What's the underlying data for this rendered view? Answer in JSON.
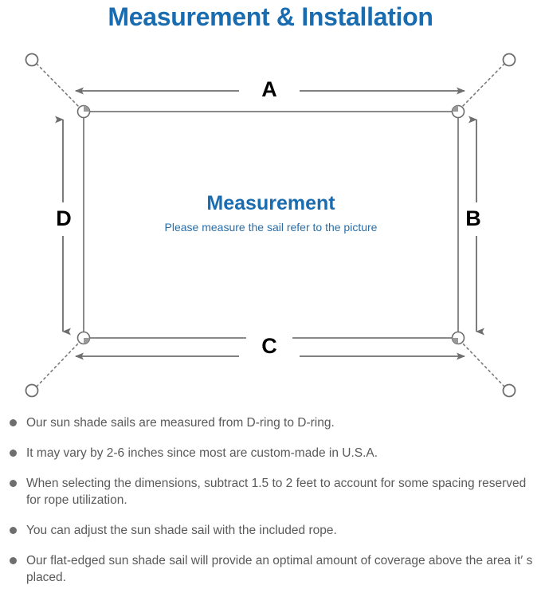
{
  "title": "Measurement & Installation",
  "diagram": {
    "center_heading": "Measurement",
    "center_subtext": "Please measure the sail refer to the picture",
    "dimension_labels": {
      "top": "A",
      "right": "B",
      "bottom": "C",
      "left": "D"
    },
    "anchor_point_count": 4,
    "d_ring_count": 4,
    "colors": {
      "title_blue": "#1a6cb0",
      "subtext_blue": "#2a6fa8",
      "line_gray": "#808080",
      "label_black": "#000000",
      "note_gray": "#5a5a5a",
      "bullet_gray": "#6e6e6e"
    }
  },
  "notes": [
    "Our sun shade sails are measured from D-ring to D-ring.",
    "It may vary by 2-6 inches since most are custom-made in U.S.A.",
    "When selecting the dimensions, subtract 1.5 to 2 feet to account for some spacing reserved for rope utilization.",
    "You can adjust the sun shade sail with the included rope.",
    "Our flat-edged sun shade sail will provide an optimal amount of coverage above the area it′ s placed."
  ]
}
